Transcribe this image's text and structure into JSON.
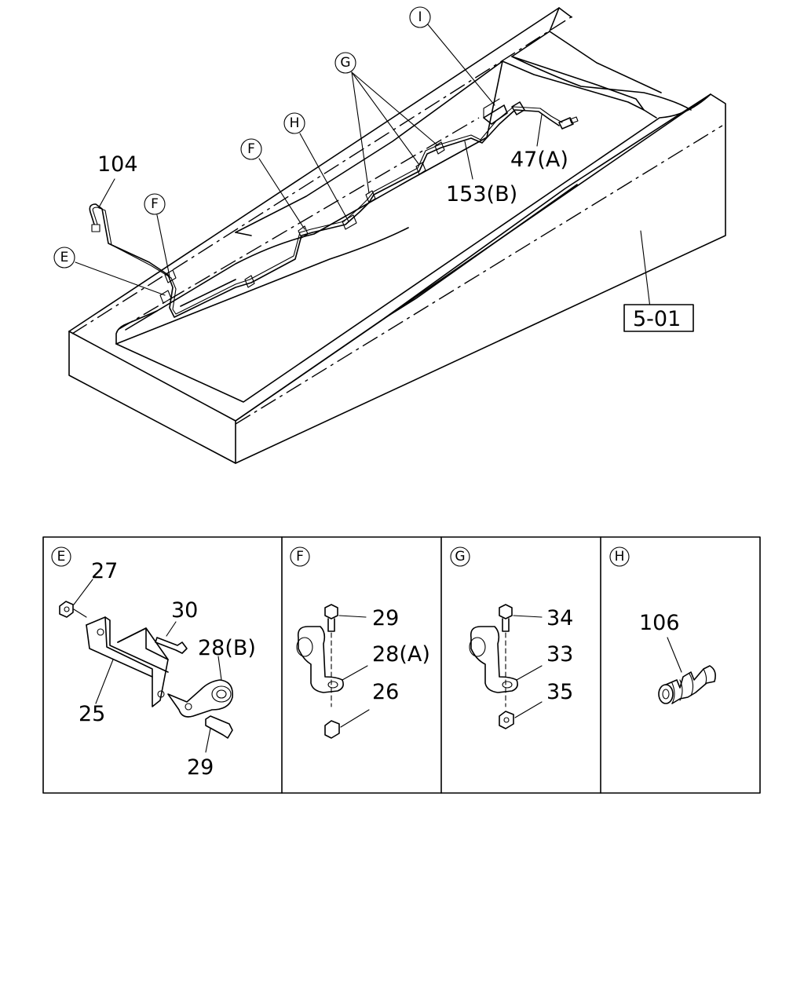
{
  "callouts": {
    "p104": "104",
    "p47a": "47(A)",
    "p153b": "153(B)",
    "ref": "5-01",
    "p27": "27",
    "p30": "30",
    "p28b": "28(B)",
    "p25": "25",
    "p29e": "29",
    "p29f": "29",
    "p28a": "28(A)",
    "p26": "26",
    "p34": "34",
    "p33": "33",
    "p35": "35",
    "p106": "106"
  },
  "circle_letters": {
    "e": "E",
    "f": "F",
    "g": "G",
    "h": "H",
    "i": "I"
  },
  "panels": [
    {
      "id": "E"
    },
    {
      "id": "F"
    },
    {
      "id": "G"
    },
    {
      "id": "H"
    }
  ]
}
